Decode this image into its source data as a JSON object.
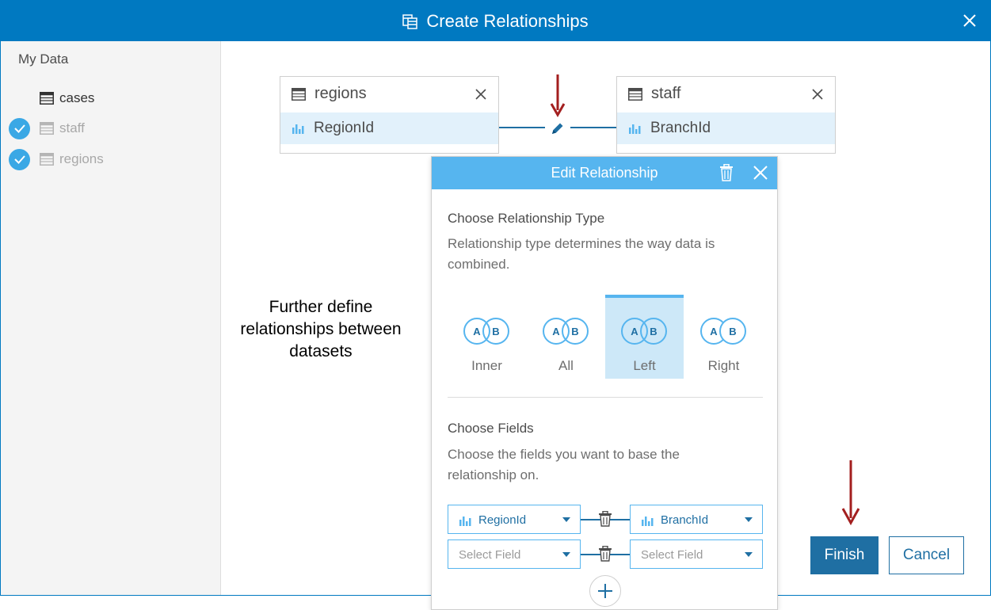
{
  "dialog": {
    "title": "Create Relationships"
  },
  "sidebar": {
    "heading": "My Data",
    "datasets": [
      {
        "label": "cases",
        "checked": false
      },
      {
        "label": "staff",
        "checked": true
      },
      {
        "label": "regions",
        "checked": true
      }
    ]
  },
  "canvas": {
    "left_table": {
      "name": "regions",
      "field": "RegionId"
    },
    "right_table": {
      "name": "staff",
      "field": "BranchId"
    },
    "caption": "Further define relationships between datasets"
  },
  "edit_panel": {
    "title": "Edit Relationship",
    "type_section": {
      "title": "Choose Relationship Type",
      "description": "Relationship type determines the way data is combined.",
      "types": [
        {
          "label": "Inner",
          "a": "A",
          "b": "B"
        },
        {
          "label": "All",
          "a": "A",
          "b": "B"
        },
        {
          "label": "Left",
          "a": "A",
          "b": "B"
        },
        {
          "label": "Right",
          "a": "A",
          "b": "B"
        }
      ],
      "selected": "Left"
    },
    "fields_section": {
      "title": "Choose Fields",
      "description": "Choose the fields you want to base the relationship on.",
      "pairs": [
        {
          "left": "RegionId",
          "right": "BranchId"
        },
        {
          "left": "Select Field",
          "right": "Select Field"
        }
      ]
    }
  },
  "footer": {
    "finish": "Finish",
    "cancel": "Cancel"
  },
  "colors": {
    "header_blue": "#0079c1",
    "panel_blue": "#56b5ef",
    "button_blue": "#1f6fa3",
    "selection_fill": "#cde8f8",
    "annotation_arrow": "#a31f1f"
  },
  "icons": {
    "table": "table-icon",
    "field": "bar-chart-icon",
    "edit": "pencil-icon",
    "delete": "trash-icon",
    "close": "close-icon",
    "add": "plus-icon",
    "checked": "check-icon"
  }
}
